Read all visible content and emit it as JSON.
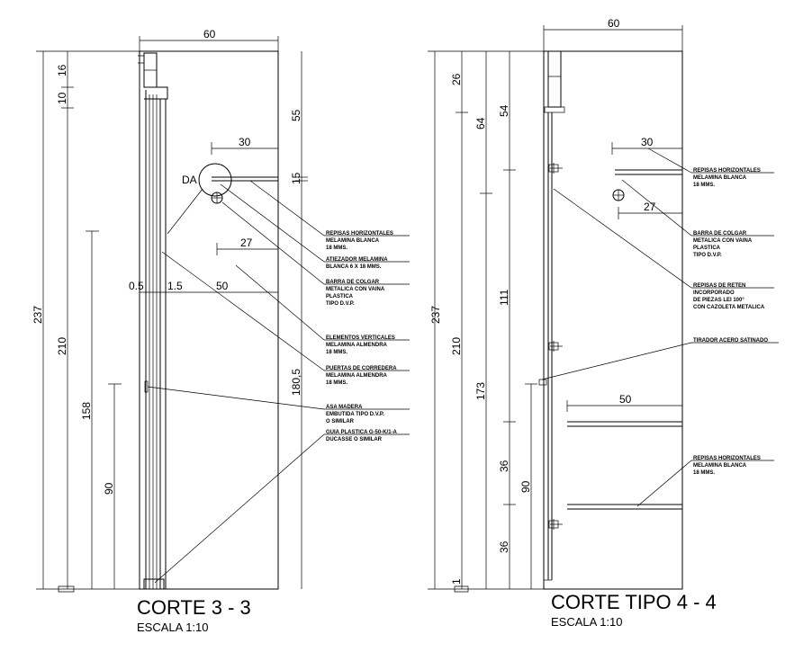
{
  "left": {
    "title": "CORTE 3 - 3",
    "scale": "ESCALA 1:10",
    "dims": {
      "top_width": "60",
      "total_height": "237",
      "height_210": "210",
      "height_158": "158",
      "height_90": "90",
      "top_16": "16",
      "top_10": "10",
      "right_55": "55",
      "right_15": "15",
      "right_180": "180,5",
      "w30": "30",
      "w27": "27",
      "w50": "50",
      "w05": "0.5",
      "w15": "1.5"
    },
    "detail_label": "DA",
    "notes": [
      [
        "REPISAS HORIZONTALES",
        "MELAMINA BLANCA",
        "18 MMS."
      ],
      [
        "ATIEZADOR MELAMINA",
        "BLANCA 6 X 18 MMS."
      ],
      [
        "BARRA DE COLGAR",
        "METALICA CON VAINA",
        "PLASTICA",
        "TIPO D.V.P."
      ],
      [
        "ELEMENTOS VERTICALES",
        "MELAMINA ALMENDRA",
        "18 MMS."
      ],
      [
        "PUERTAS DE CORREDERA",
        "MELAMINA ALMENDRA",
        "18 MMS."
      ],
      [
        "ASA MADERA",
        "EMBUTIDA TIPO D.V.P.",
        "O SIMILAR"
      ],
      [
        "GUIA PLASTICA G-50-K/1-A",
        "DUCASSE O SIMILAR"
      ]
    ]
  },
  "right": {
    "title": "CORTE TIPO 4 - 4",
    "scale": "ESCALA 1:10",
    "dims": {
      "top_width": "60",
      "total_height": "237",
      "height_210": "210",
      "d26": "26",
      "d54": "54",
      "d64": "64",
      "d111": "111",
      "d173": "173",
      "d36a": "36",
      "d36b": "36",
      "d90": "90",
      "d1": "1",
      "w30": "30",
      "w27": "27",
      "w50": "50"
    },
    "notes": [
      [
        "REPISAS HORIZONTALES",
        "MELAMINA BLANCA",
        "18 MMS."
      ],
      [
        "BARRA DE COLGAR",
        "METALICA CON VAINA",
        "PLASTICA",
        "TIPO D.V.P."
      ],
      [
        "REPISAS DE RETEN",
        "INCORPORADO",
        "DE PIEZAS LEI 100°",
        "CON CAZOLETA METALICA"
      ],
      [
        "TIRADOR ACERO SATINADO"
      ],
      [
        "REPISAS HORIZONTALES",
        "MELAMINA BLANCA",
        "18 MMS."
      ]
    ]
  }
}
